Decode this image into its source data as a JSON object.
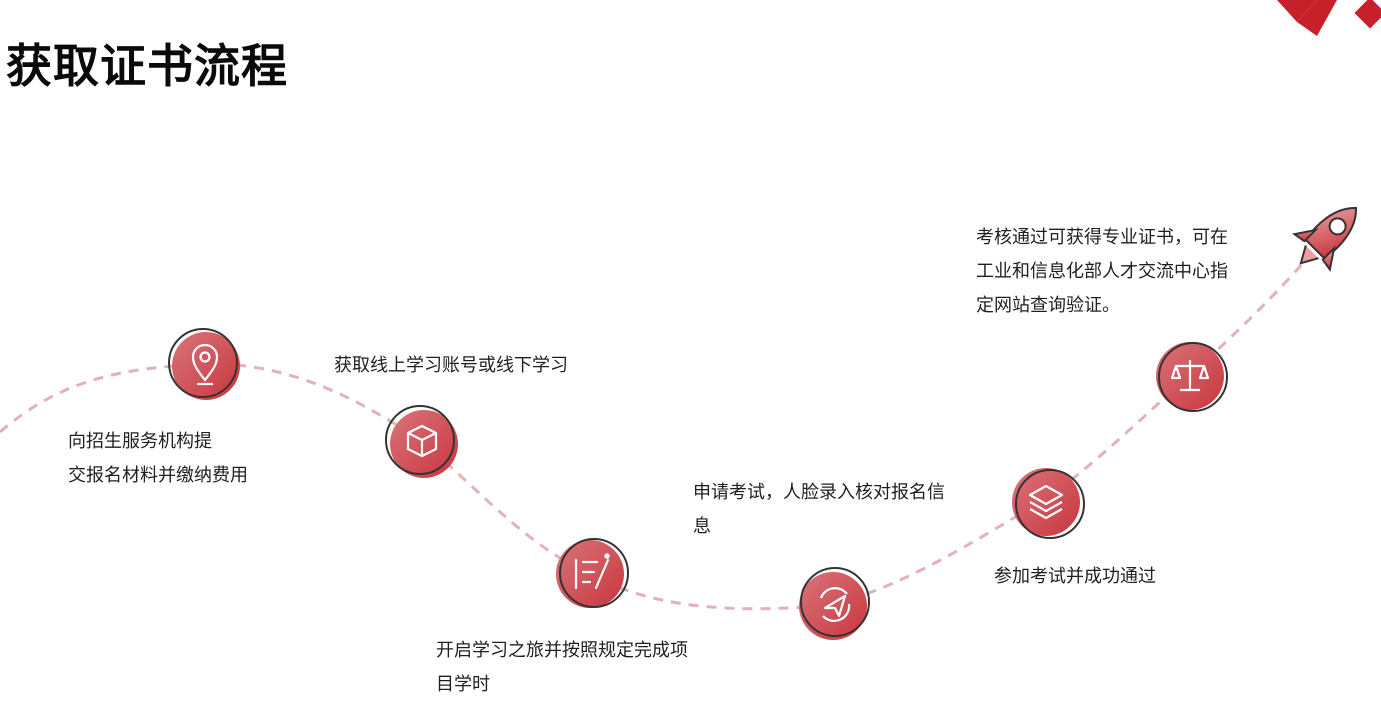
{
  "title": "获取证书流程",
  "colors": {
    "accent": "#c9363e",
    "accent_light": "#d9747a",
    "path": "#e2b2b4",
    "outline": "#333333"
  },
  "steps": [
    {
      "icon": "location-pin-icon",
      "lines": [
        "向招生服务机构提",
        "交报名材料并缴纳费用"
      ]
    },
    {
      "icon": "cube-icon",
      "lines": [
        "获取线上学习账号或线下学习"
      ]
    },
    {
      "icon": "checklist-icon",
      "lines": [
        "开启学习之旅并按照规定完成项",
        "目学时"
      ]
    },
    {
      "icon": "paper-plane-icon",
      "lines": [
        "申请考试，人脸录入核对报名信",
        "息"
      ]
    },
    {
      "icon": "layers-icon",
      "lines": [
        "参加考试并成功通过"
      ]
    },
    {
      "icon": "scale-icon",
      "lines": [
        "考核通过可获得专业证书，可在",
        "工业和信息化部人才交流中心指",
        "定网站查询验证。"
      ]
    }
  ]
}
